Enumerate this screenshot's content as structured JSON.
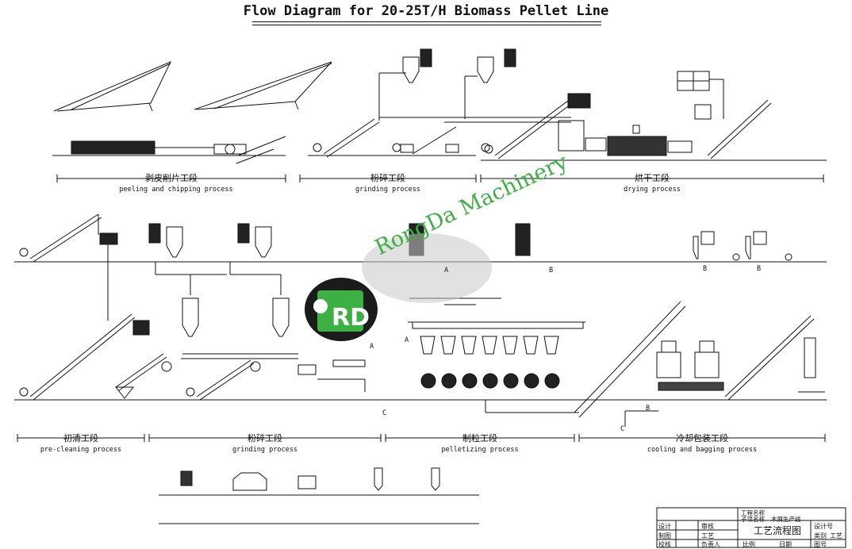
{
  "title": "Flow Diagram for 20-25T/H Biomass Pellet Line",
  "watermark": {
    "brand_text": "RongDa Machinery",
    "logo_letters": "RD",
    "brand_color": "#3cb043"
  },
  "sections_top": [
    {
      "zh": "剥皮削片工段",
      "en": "peeling and chipping process"
    },
    {
      "zh": "粉碎工段",
      "en": "grinding process"
    },
    {
      "zh": "烘干工段",
      "en": "drying process"
    }
  ],
  "sections_bottom": [
    {
      "zh": "初清工段",
      "en": "pre-cleaning process"
    },
    {
      "zh": "粉碎工段",
      "en": "grinding process"
    },
    {
      "zh": "制粒工段",
      "en": "pelletizing process"
    },
    {
      "zh": "冷却包装工段",
      "en": "cooling and bagging process"
    }
  ],
  "point_labels": [
    "A",
    "A",
    "A",
    "B",
    "B",
    "B",
    "B",
    "C",
    "C"
  ],
  "title_block": {
    "project_label": "工程名称",
    "sub_item_label": "子项名称",
    "sub_item_value": "木屑生产线",
    "drawing_name": "工艺流程图",
    "row_labels": [
      "设计",
      "制图",
      "校核"
    ],
    "review_labels": [
      "审核",
      "工艺",
      "负责人"
    ],
    "scale_label": "比例",
    "date_label": "日期",
    "design_no_label": "设计号",
    "category_label": "类别",
    "category_value": "工艺",
    "sheet_label": "图号"
  }
}
